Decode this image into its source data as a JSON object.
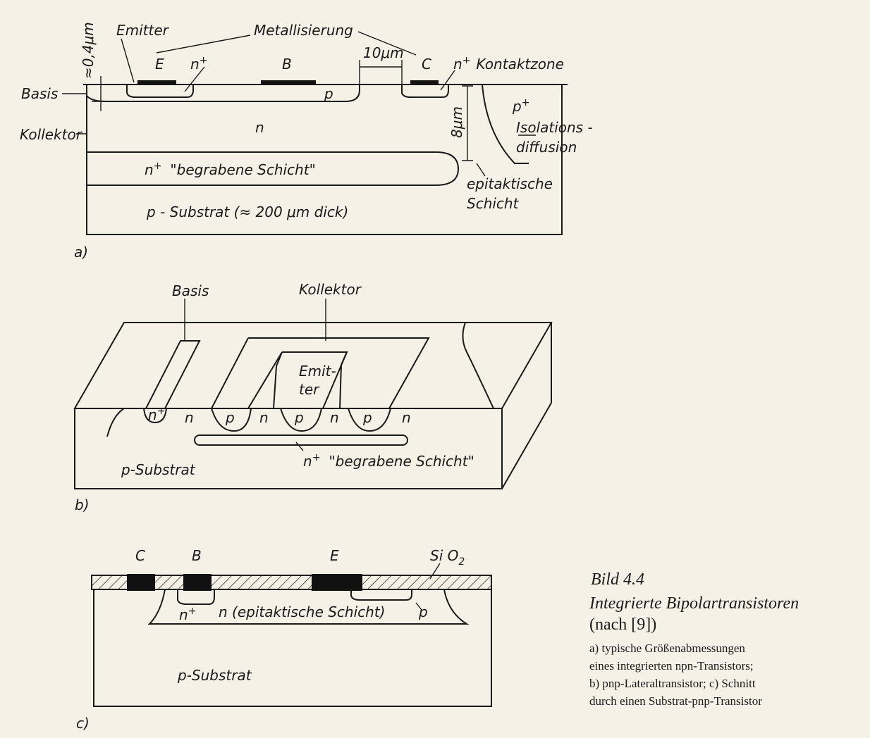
{
  "diagram_a": {
    "panel_label": "a)",
    "emitter": "Emitter",
    "metallisierung": "Metallisierung",
    "E": "E",
    "nplus": "n",
    "plus": "+",
    "B": "B",
    "dim_10": "10μm",
    "C": "C",
    "kontaktzone": "Kontaktzone",
    "dim_04": "≈0,4μm",
    "basis": "Basis",
    "p": "p",
    "p_plus": "p",
    "dim_8": "8μm",
    "n": "n",
    "kollektor": "Kollektor",
    "isolations": "Isolations -",
    "diffusion": "diffusion",
    "begrabene": "\"begrabene Schicht\"",
    "epitaktische": "epitaktische",
    "schicht": "Schicht",
    "substrat": "p - Substrat (≈ 200 μm dick)"
  },
  "diagram_b": {
    "panel_label": "b)",
    "basis": "Basis",
    "kollektor": "Kollektor",
    "emitter_1": "Emit-",
    "emitter_2": "ter",
    "n": "n",
    "p": "p",
    "nplus": "n",
    "plus": "+",
    "begrabene": "\"begrabene Schicht\"",
    "substrat": "p-Substrat"
  },
  "diagram_c": {
    "panel_label": "c)",
    "C": "C",
    "B": "B",
    "E": "E",
    "sio2_main": "Si O",
    "sio2_sub": "2",
    "nplus": "n",
    "plus": "+",
    "n_epi": "n (epitaktische Schicht)",
    "p": "p",
    "substrat": "p-Substrat"
  },
  "caption": {
    "title": "Bild 4.4",
    "subtitle": "Integrierte Bipolartransistoren",
    "source": "(nach [9])",
    "line1": "a) typische Größenabmessungen",
    "line2": "eines integrierten npn-Transistors;",
    "line3": "b) pnp-Lateraltransistor; c) Schnitt",
    "line4": "durch einen Substrat-pnp-Transistor"
  }
}
